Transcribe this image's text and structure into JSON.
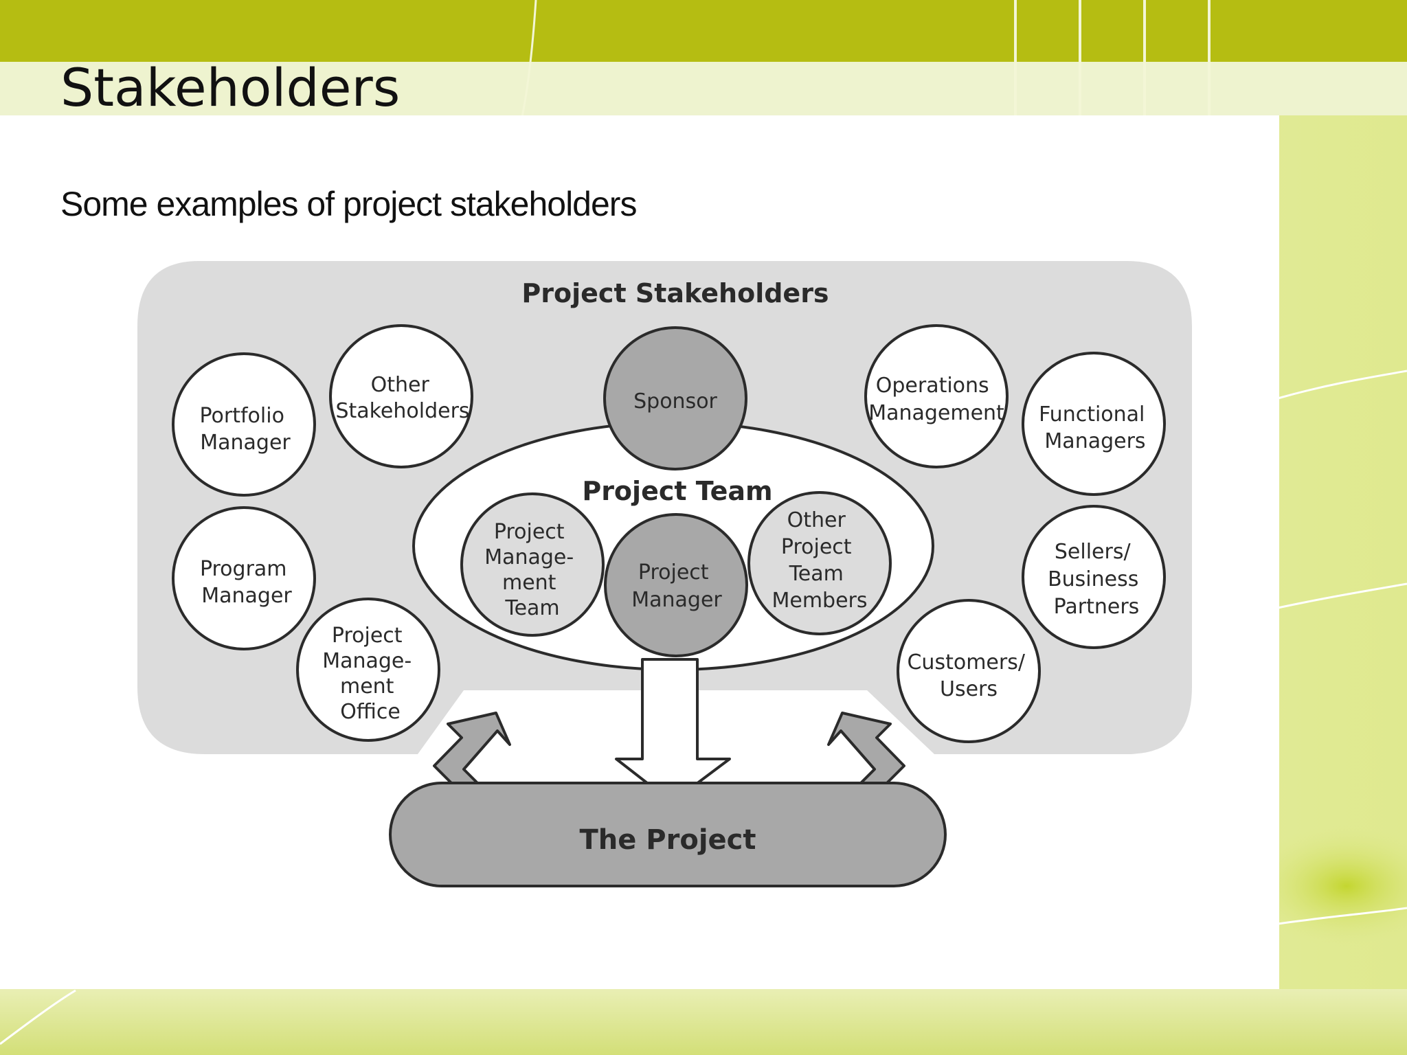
{
  "slide": {
    "title": "Stakeholders",
    "subtitle": "Some examples of project stakeholders"
  },
  "diagram": {
    "outer_label": "Project Stakeholders",
    "team_label": "Project Team",
    "center_label": "The Project",
    "nodes": {
      "portfolio_manager": [
        "Portfolio",
        "Manager"
      ],
      "other_stakeholders": [
        "Other",
        "Stakeholders"
      ],
      "sponsor": [
        "Sponsor"
      ],
      "operations_management": [
        "Operations",
        "Management"
      ],
      "functional_managers": [
        "Functional",
        "Managers"
      ],
      "program_manager": [
        "Program",
        "Manager"
      ],
      "pm_team": [
        "Project",
        "Manage-",
        "ment",
        "Team"
      ],
      "project_manager": [
        "Project",
        "Manager"
      ],
      "other_team_members": [
        "Other",
        "Project",
        "Team",
        "Members"
      ],
      "sellers_partners": [
        "Sellers/",
        "Business",
        "Partners"
      ],
      "pmo": [
        "Project",
        "Manage-",
        "ment",
        "Office"
      ],
      "customers_users": [
        "Customers/",
        "Users"
      ]
    }
  },
  "colors": {
    "header_band": "#b5bd12",
    "slide_background": "#e4ec9a",
    "panel": "#ffffff",
    "stakeholder_area": "#dcdcdc",
    "dark_node": "#a8a8a8",
    "outline": "#2b2b2b"
  }
}
